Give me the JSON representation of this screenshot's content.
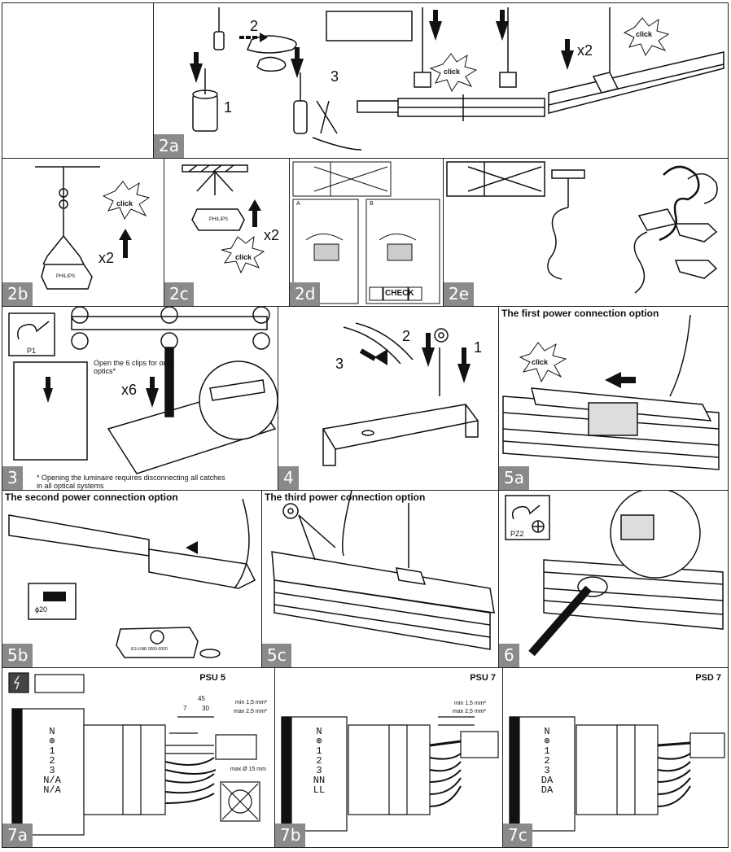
{
  "steps": {
    "s2a": "2a",
    "s2b": "2b",
    "s2c": "2c",
    "s2d": "2d",
    "s2e": "2e",
    "s3": "3",
    "s4": "4",
    "s5a": "5a",
    "s5b": "5b",
    "s5c": "5c",
    "s6": "6",
    "s7a": "7a",
    "s7b": "7b",
    "s7c": "7c"
  },
  "p2a": {
    "n1": "1",
    "n2": "2",
    "n3": "3",
    "x2": "x2",
    "click": "click"
  },
  "p2b": {
    "click": "click",
    "x2": "x2",
    "brand": "PHILIPS"
  },
  "p2c": {
    "click": "click",
    "x2": "x2",
    "brand": "PHILIPS"
  },
  "p2d": {
    "a": "A",
    "b": "B",
    "check": "CHECK"
  },
  "p3": {
    "tool": "P1",
    "clips_note": "Open the 6 clips for one optics*",
    "x6": "x6",
    "footnote": "* Opening the luminaire requires disconnecting all catches in all optical systems"
  },
  "p4": {
    "n1": "1",
    "n2": "2",
    "n3": "3"
  },
  "p5a": {
    "title": "The first power connection option",
    "click": "click"
  },
  "p5b": {
    "title": "The second power connection option",
    "drill": "ϕ20",
    "housing_text": "ES-LINE 0000-0000"
  },
  "p5c": {
    "title": "The third power connection option"
  },
  "p6": {
    "tool": "PZ2"
  },
  "p7a": {
    "label": "PSU 5",
    "terminals": [
      "N",
      "⊕",
      "1",
      "2",
      "3",
      "N/A",
      "N/A"
    ],
    "dim_total": "45",
    "dim_a": "7",
    "dim_b": "30",
    "wire_min": "min 1,5 mm²",
    "wire_max": "max 2,5 mm²",
    "cable_max": "max Ø 15 mm"
  },
  "p7b": {
    "label": "PSU 7",
    "terminals": [
      "N",
      "⊕",
      "1",
      "2",
      "3",
      "NN",
      "LL"
    ],
    "wire_min": "min 1,5 mm²",
    "wire_max": "max 2,5 mm²"
  },
  "p7c": {
    "label": "PSD 7",
    "terminals": [
      "N",
      "⊕",
      "1",
      "2",
      "3",
      "DA",
      "DA"
    ]
  }
}
